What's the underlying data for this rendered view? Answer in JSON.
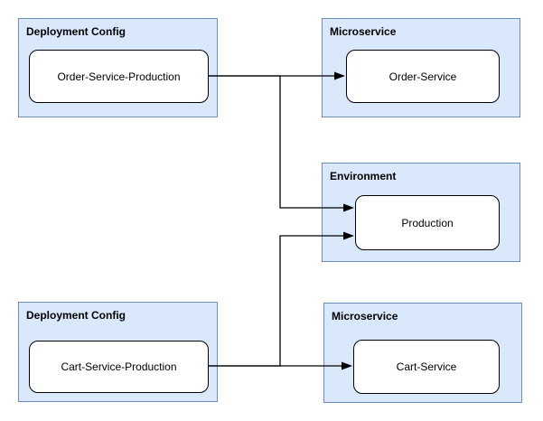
{
  "colors": {
    "background": "#ffffff",
    "container_fill": "#dae8fc",
    "container_border": "#6c8ebf",
    "node_fill": "#ffffff",
    "node_border": "#000000",
    "edge": "#000000"
  },
  "containers": [
    {
      "type": "Deployment Config",
      "node": "Order-Service-Production"
    },
    {
      "type": "Microservice",
      "node": "Order-Service"
    },
    {
      "type": "Environment",
      "node": "Production"
    },
    {
      "type": "Deployment Config",
      "node": "Cart-Service-Production"
    },
    {
      "type": "Microservice",
      "node": "Cart-Service"
    }
  ],
  "edges": [
    {
      "from": "Order-Service-Production",
      "to": "Order-Service"
    },
    {
      "from": "Order-Service-Production",
      "to": "Production"
    },
    {
      "from": "Cart-Service-Production",
      "to": "Cart-Service"
    },
    {
      "from": "Cart-Service-Production",
      "to": "Production"
    }
  ]
}
